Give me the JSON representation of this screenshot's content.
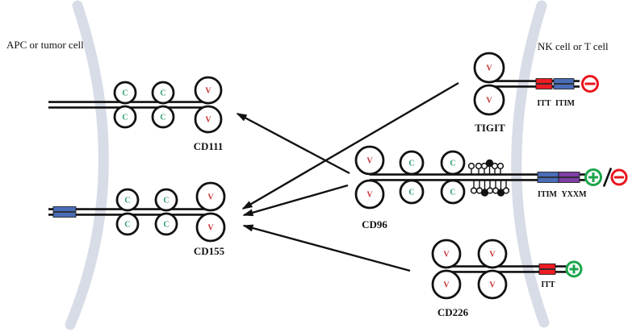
{
  "cells": {
    "left_label": "APC or tumor cell",
    "right_label": "NK cell or T cell"
  },
  "colors": {
    "membrane": "#d8dce7",
    "outline": "#111111",
    "domain_c_letter": "#2f9d6e",
    "domain_v_letter": "#c93434",
    "motif_itt": "#ee1c25",
    "motif_itim": "#4a6db8",
    "motif_yxxm": "#7d3fa5",
    "activating_sign": "#1aa54a",
    "inhibitory_sign": "#e8151d"
  },
  "ligands": {
    "cd111": {
      "name": "CD111",
      "domains": [
        "C",
        "C",
        "V"
      ]
    },
    "cd155": {
      "name": "CD155",
      "domains": [
        "C",
        "C",
        "V"
      ]
    }
  },
  "receptors": {
    "tigit": {
      "name": "TIGIT",
      "domains": [
        "V"
      ],
      "motifs": [
        "ITT",
        "ITIM"
      ],
      "signal": "inhibitory (-)"
    },
    "cd96": {
      "name": "CD96",
      "domains": [
        "V",
        "C",
        "C"
      ],
      "motifs": [
        "ITIM",
        "YXXM"
      ],
      "signal": "activating/inhibitory (+/-)",
      "glycosylated": true
    },
    "cd226": {
      "name": "CD226",
      "domains": [
        "V",
        "V"
      ],
      "motifs": [
        "ITT"
      ],
      "signal": "activating (+)"
    }
  },
  "interactions": [
    {
      "from": "TIGIT",
      "to": "CD155"
    },
    {
      "from": "CD96",
      "to": "CD111"
    },
    {
      "from": "CD96",
      "to": "CD155"
    },
    {
      "from": "CD226",
      "to": "CD155"
    }
  ]
}
